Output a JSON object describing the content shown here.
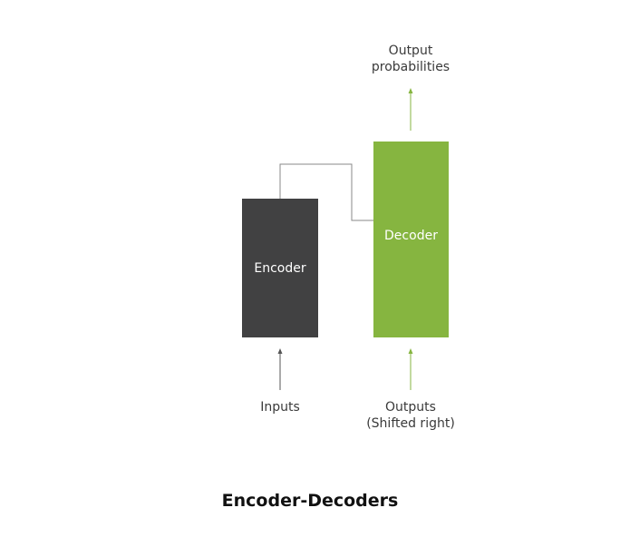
{
  "title": "Encoder-Decoders",
  "encoder": {
    "label": "Encoder",
    "color": "#414142"
  },
  "decoder": {
    "label": "Decoder",
    "color": "#86b540"
  },
  "inputs": {
    "label": "Inputs"
  },
  "outputs_shifted": {
    "line1": "Outputs",
    "line2": "(Shifted right)"
  },
  "output_probabilities": {
    "line1": "Output",
    "line2": "probabilities"
  },
  "connector_color": "#8a8a8a",
  "arrow_dark_color": "#555555",
  "arrow_green_color": "#86b540"
}
